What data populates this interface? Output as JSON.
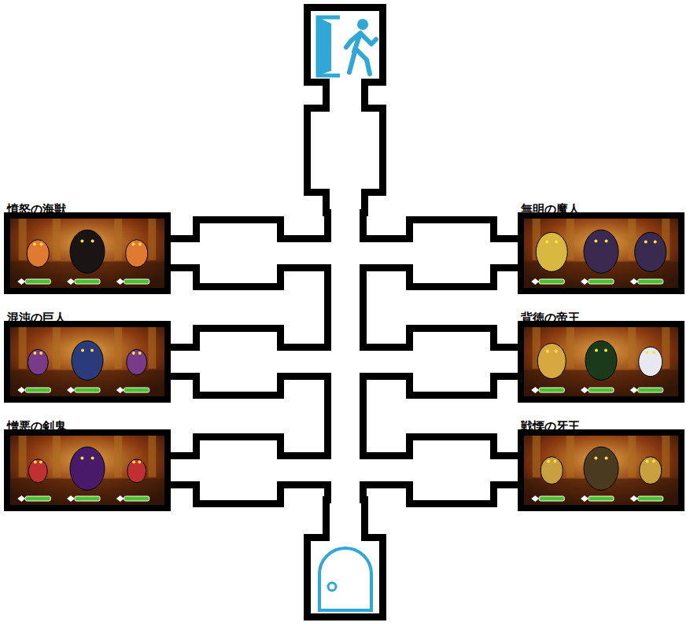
{
  "diagram": {
    "nodes": [
      {
        "text": [
          "憤怒の海獣"
        ]
      },
      {
        "text": [
          "無明の魔人"
        ]
      },
      {
        "text": [
          "混沌の巨人"
        ]
      },
      {
        "text": [
          "背徳の帝王"
        ]
      },
      {
        "text": [
          "憎悪の剣鬼"
        ]
      },
      {
        "text": [
          "戦慄の牙王"
        ]
      }
    ]
  }
}
